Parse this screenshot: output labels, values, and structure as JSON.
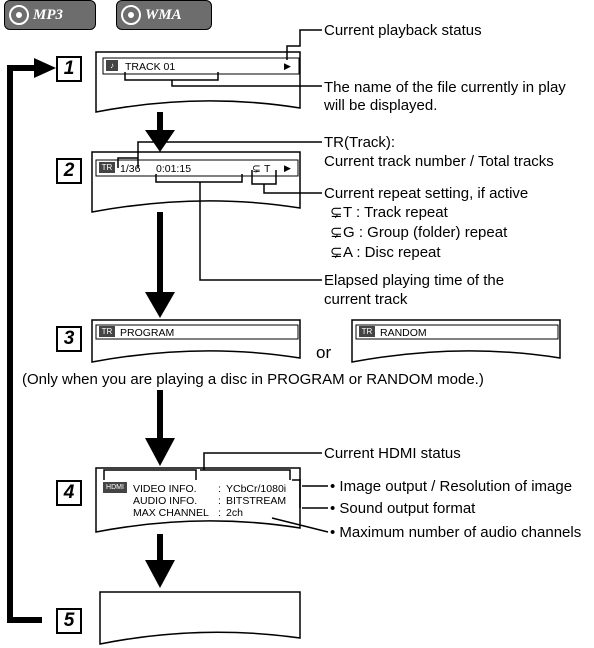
{
  "badges": [
    {
      "label": "MP3",
      "icon": "disc-icon"
    },
    {
      "label": "WMA",
      "icon": "disc-icon"
    }
  ],
  "steps": [
    "1",
    "2",
    "3",
    "4",
    "5"
  ],
  "screen1": {
    "track": "TRACK 01",
    "play_symbol": "▶",
    "icon": "music-note-icon"
  },
  "screen2": {
    "track_count": "1/36",
    "time": "0:01:15",
    "repeat": "T",
    "play_symbol": "▶",
    "icon_text": "TR"
  },
  "screen3": {
    "program": "PROGRAM",
    "random": "RANDOM",
    "icon_text": "TR",
    "or": "or"
  },
  "screen4": {
    "icon_text": "HDMI",
    "rows": [
      {
        "label": "VIDEO INFO.",
        "sep": ":",
        "value": "YCbCr/1080i"
      },
      {
        "label": "AUDIO INFO.",
        "sep": ":",
        "value": "BITSTREAM"
      },
      {
        "label": "MAX CHANNEL",
        "sep": ":",
        "value": "2ch"
      }
    ]
  },
  "labels": {
    "playback_status": "Current playback status",
    "file_name_1": "The name of the file currently in play",
    "file_name_2": "will be displayed.",
    "tr_1": "TR(Track):",
    "tr_2": "Current track number / Total tracks",
    "repeat_title": "Current repeat setting, if active",
    "repeat_track": "T : Track repeat",
    "repeat_group": "G : Group (folder) repeat",
    "repeat_disc": "A : Disc repeat",
    "elapsed_1": "Elapsed playing time of the",
    "elapsed_2": "current track",
    "mode_note": "(Only when you are playing a disc in PROGRAM or RANDOM mode.)",
    "hdmi_status": "Current HDMI status",
    "hdmi_image": "• Image output / Resolution of image",
    "hdmi_sound": "• Sound output format",
    "hdmi_channels": "• Maximum number of audio channels"
  }
}
